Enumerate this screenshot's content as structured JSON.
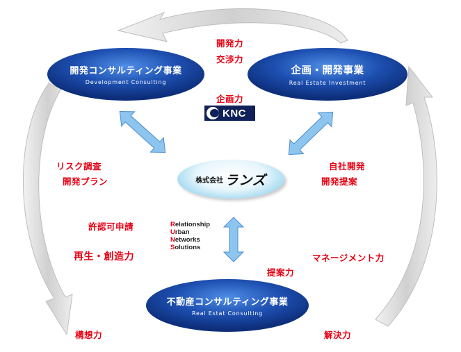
{
  "center": {
    "kabushiki": "株式会社",
    "name": "ランズ"
  },
  "knc_logo": {
    "text": "KNC"
  },
  "nodes": {
    "development": {
      "title": "開発コンサルティング事業",
      "subtitle": "Development   Consulting"
    },
    "investment": {
      "title": "企画・開発事業",
      "subtitle": "Real Estate Investment"
    },
    "real_estate": {
      "title": "不動産コンサルティング事業",
      "subtitle": "Real Estat   Consulting"
    }
  },
  "acronym": [
    {
      "cap": "R",
      "rest": "elationship"
    },
    {
      "cap": "U",
      "rest": "rban"
    },
    {
      "cap": "N",
      "rest": "etworks"
    },
    {
      "cap": "S",
      "rest": "olutions"
    }
  ],
  "labels": {
    "kaihatsu_ryoku": "開発力",
    "kosho_ryoku": "交渉力",
    "kikaku_ryoku": "企画力",
    "risk_chosa": "リスク調査",
    "kaihatsu_plan": "開発プラン",
    "jisha_kaihatsu": "自社開発",
    "kaihatsu_teian": "開発提案",
    "kyoninka": "許認可申請",
    "saisei": "再生・創造力",
    "management": "マネージメント力",
    "teian_ryoku": "提案力",
    "koso_ryoku": "構想力",
    "kaiketsu_ryoku": "解決力"
  },
  "colors": {
    "node_blue": "#1d4fb0",
    "label_red": "#e60012",
    "arrow_blue": "#7ab9e6",
    "cycle_gray": "#d4d4d4"
  }
}
